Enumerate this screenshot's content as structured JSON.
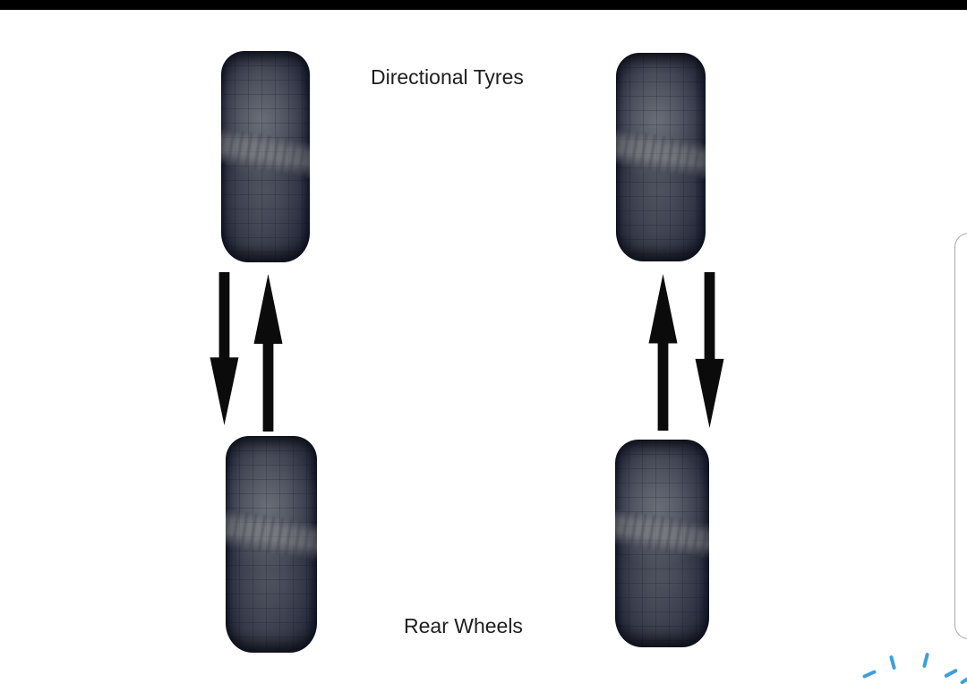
{
  "window": {
    "background": "#ffffff",
    "top_bar_color": "#000000"
  },
  "diagram": {
    "title": "Directional Tyres",
    "rear_label": "Rear Wheels",
    "tyres": [
      {
        "id": "front-left",
        "icon": "tyre-icon"
      },
      {
        "id": "front-right",
        "icon": "tyre-icon"
      },
      {
        "id": "rear-left",
        "icon": "tyre-icon"
      },
      {
        "id": "rear-right",
        "icon": "tyre-icon"
      }
    ],
    "rotation_arrows": [
      {
        "side": "left",
        "directions": [
          "down",
          "up"
        ]
      },
      {
        "side": "right",
        "directions": [
          "up",
          "down"
        ]
      }
    ],
    "arrow_color": "#0b0b0b",
    "tyre_base_color": "#414552",
    "tyre_edge_color": "#141829"
  },
  "edge_panel": {
    "border_color": "#a9a9a9",
    "fill": "#ffffff"
  },
  "sparkle_doodle": {
    "color": "#3f9fd8",
    "dash_count": 5
  }
}
